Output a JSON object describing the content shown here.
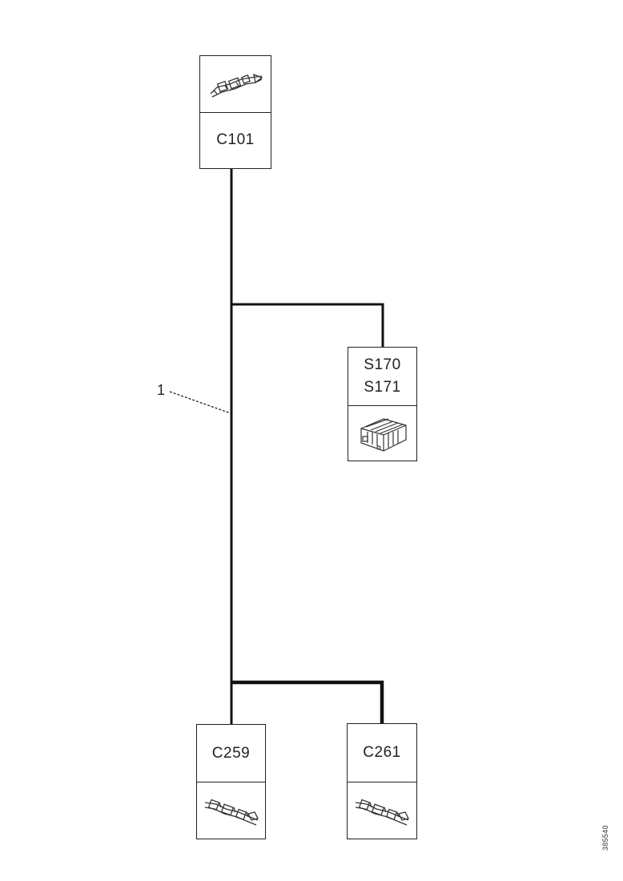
{
  "connectors": {
    "top": {
      "code": "C101",
      "icon": "inline-connector-icon"
    },
    "right": {
      "codes": [
        "S170",
        "S171"
      ],
      "icon": "fuse-relay-box-icon"
    },
    "bottom_left": {
      "code": "C259",
      "icon": "inline-connector-icon"
    },
    "bottom_right": {
      "code": "C261",
      "icon": "inline-connector-icon"
    }
  },
  "callout": {
    "number": "1"
  },
  "doc_id": "385540"
}
